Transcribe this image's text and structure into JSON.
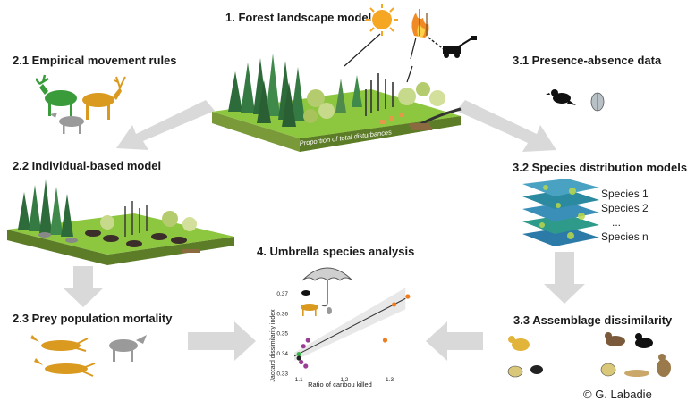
{
  "sections": {
    "forest_model": "1. Forest landscape model",
    "movement_rules": "2.1 Empirical movement rules",
    "individual_model": "2.2 Individual-based model",
    "prey_mortality": "2.3 Prey population mortality",
    "presence_absence": "3.1 Presence-absence data",
    "sdm": "3.2 Species distribution models",
    "assemblage": "3.3 Assemblage dissimilarity",
    "umbrella": "4. Umbrella species analysis"
  },
  "forest_block": {
    "disturbance_label": "Proportion of total disturbances"
  },
  "species_list": [
    "Species 1",
    "Species 2",
    "...",
    "Species n"
  ],
  "credit": "© G. Labadie",
  "chart_data": {
    "type": "scatter",
    "xlabel": "Ratio of caribou killed",
    "ylabel": "Jaccard dissimilarity index",
    "xticks": [
      "1.1",
      "1.2",
      "1.3"
    ],
    "yticks": [
      "0.33",
      "0.34",
      "0.35",
      "0.36",
      "0.37"
    ],
    "xlim": [
      1.08,
      1.36
    ],
    "ylim": [
      0.329,
      0.373
    ],
    "points": [
      {
        "x": 1.1,
        "y": 0.3395,
        "color": "#37b34a"
      },
      {
        "x": 1.12,
        "y": 0.3465,
        "color": "#9b3f96"
      },
      {
        "x": 1.11,
        "y": 0.3435,
        "color": "#9b3f96"
      },
      {
        "x": 1.105,
        "y": 0.3355,
        "color": "#9b3f96"
      },
      {
        "x": 1.115,
        "y": 0.3335,
        "color": "#9b3f96"
      },
      {
        "x": 1.1,
        "y": 0.3375,
        "color": "#222222"
      },
      {
        "x": 1.29,
        "y": 0.3465,
        "color": "#ee7d1f"
      },
      {
        "x": 1.31,
        "y": 0.3645,
        "color": "#ee7d1f"
      },
      {
        "x": 1.34,
        "y": 0.3685,
        "color": "#ee7d1f"
      }
    ],
    "trend": {
      "x": [
        1.09,
        1.335
      ],
      "y": [
        0.3385,
        0.3675
      ]
    }
  }
}
